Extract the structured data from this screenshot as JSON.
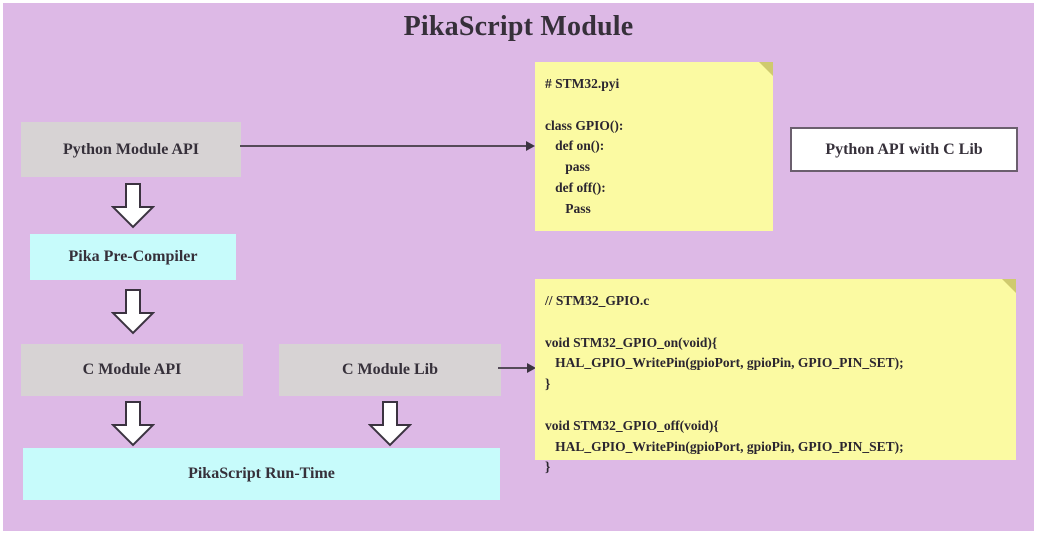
{
  "diagram": {
    "title": "PikaScript Module",
    "background_color": "#ddb9e6",
    "nodes": {
      "python_module_api": "Python Module API",
      "pika_pre_compiler": "Pika Pre-Compiler",
      "c_module_api": "C Module API",
      "c_module_lib": "C Module Lib",
      "pikascript_runtime": "PikaScript Run-Time",
      "python_api_with_c_lib": "Python API with C Lib"
    },
    "notes": {
      "stm32_pyi": {
        "filename": "# STM32.pyi",
        "code": "# STM32.pyi\n\nclass GPIO():\n   def on():\n      pass\n   def off():\n      Pass"
      },
      "stm32_gpio_c": {
        "filename": "// STM32_GPIO.c",
        "code": "// STM32_GPIO.c\n\nvoid STM32_GPIO_on(void){\n   HAL_GPIO_WritePin(gpioPort, gpioPin, GPIO_PIN_SET);\n}\n\nvoid STM32_GPIO_off(void){\n   HAL_GPIO_WritePin(gpioPort, gpioPin, GPIO_PIN_SET);\n}"
      }
    },
    "colors": {
      "gray_node": "#d7d3d4",
      "cyan_node": "#c7fbfb",
      "note_paper": "#fbfaa2",
      "note_fold": "#cfca6e",
      "text": "#36303a",
      "connector": "#554a59"
    }
  }
}
